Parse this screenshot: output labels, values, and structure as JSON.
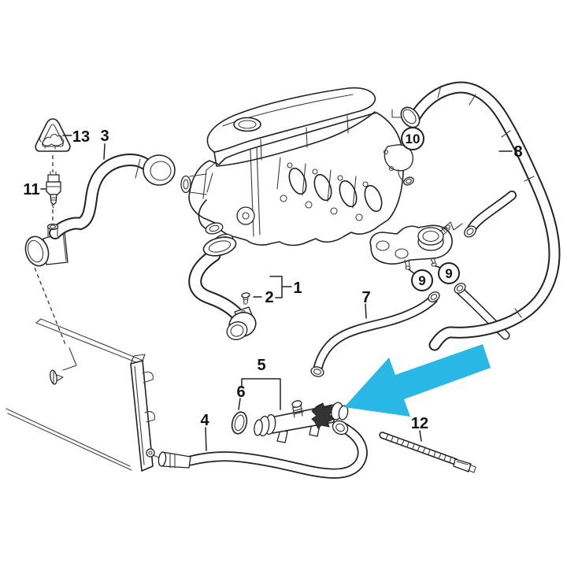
{
  "colors": {
    "background": "#ffffff",
    "line": "#222222",
    "highlight_arrow": "#29b7e5"
  },
  "callouts": {
    "c1": "1",
    "c2": "2",
    "c3": "3",
    "c4": "4",
    "c5": "5",
    "c6": "6",
    "c7": "7",
    "c8": "8",
    "c9_left": "9",
    "c9_right": "9",
    "c10": "10",
    "c11": "11",
    "c12": "12",
    "c13": "13"
  }
}
